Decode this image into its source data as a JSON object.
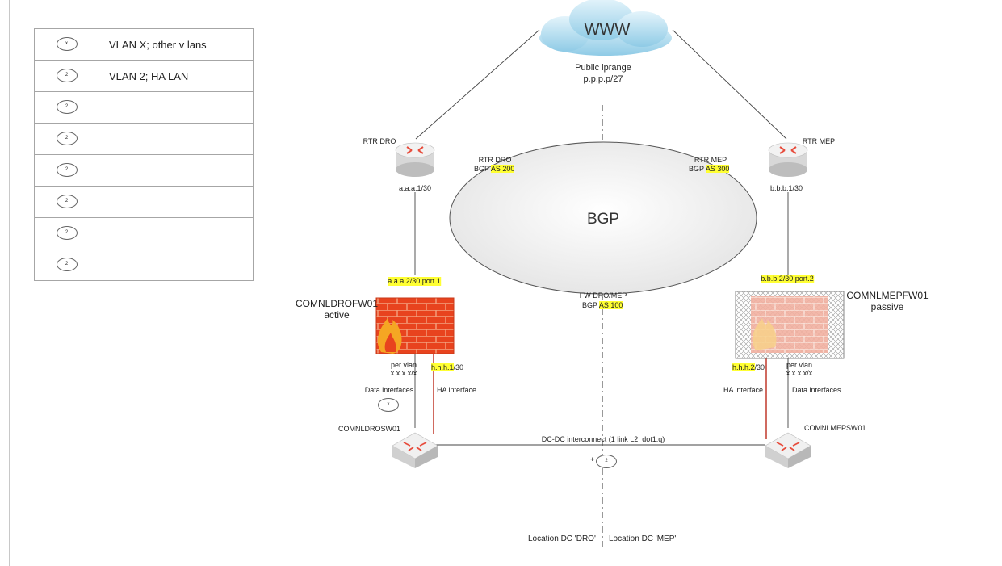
{
  "legend": {
    "rows": [
      {
        "symbol": "x",
        "text": "VLAN X;   other v lans"
      },
      {
        "symbol": "2",
        "text": "VLAN 2;  HA LAN"
      },
      {
        "symbol": "2",
        "text": ""
      },
      {
        "symbol": "2",
        "text": ""
      },
      {
        "symbol": "2",
        "text": ""
      },
      {
        "symbol": "2",
        "text": ""
      },
      {
        "symbol": "2",
        "text": ""
      },
      {
        "symbol": "2",
        "text": ""
      }
    ]
  },
  "cloud": {
    "label": "WWW",
    "subtitle": "Public iprange",
    "range": "p.p.p.p/27"
  },
  "bgp_ellipse": {
    "label": "BGP"
  },
  "rtr_dro": {
    "name": "RTR DRO",
    "ip": "a.a.a.1/30",
    "bgp_name": "RTR DRO",
    "bgp_prefix": "BGP",
    "bgp_as": "AS 200"
  },
  "rtr_mep": {
    "name": "RTR MEP",
    "ip": "b.b.b.1/30",
    "bgp_name": "RTR MEP",
    "bgp_prefix": "BGP",
    "bgp_as": "AS 300"
  },
  "fw_bgp": {
    "name": "FW DRO/MEP",
    "bgp_prefix": "BGP",
    "bgp_as": "AS 100"
  },
  "fw_dro": {
    "name": "COMNLDROFW01",
    "state": "active",
    "uplink": "a.a.a.2/30 port.1",
    "per_vlan": "per vlan",
    "vlan_ip": "x.x.x.x/x",
    "ha_ip_hl": "h.h.h.1",
    "ha_ip_rest": "/30",
    "data_if": "Data interfaces",
    "ha_if": "HA interface",
    "data_tag": "x"
  },
  "fw_mep": {
    "name": "COMNLMEPFW01",
    "state": "passive",
    "uplink": "b.b.b.2/30 port.2",
    "per_vlan": "per vlan",
    "vlan_ip": "x.x.x.x/x",
    "ha_ip_hl": "h.h.h.2",
    "ha_ip_rest": "/30",
    "data_if": "Data interfaces",
    "ha_if": "HA interface"
  },
  "sw_dro": {
    "name": "COMNLDROSW01"
  },
  "sw_mep": {
    "name": "COMNLMEPSW01"
  },
  "interconnect": {
    "label": "DC-DC interconnect (1 link L2, dot1.q)",
    "plus": "+",
    "tag": "2"
  },
  "locations": {
    "dro": "Location DC 'DRO'",
    "mep": "Location DC 'MEP'"
  },
  "colors": {
    "highlight": "#ffff33",
    "ha_link": "#c0392b",
    "router": "#e74c3c",
    "brick": "#e8431e",
    "cloud": "#a9d8ee"
  }
}
